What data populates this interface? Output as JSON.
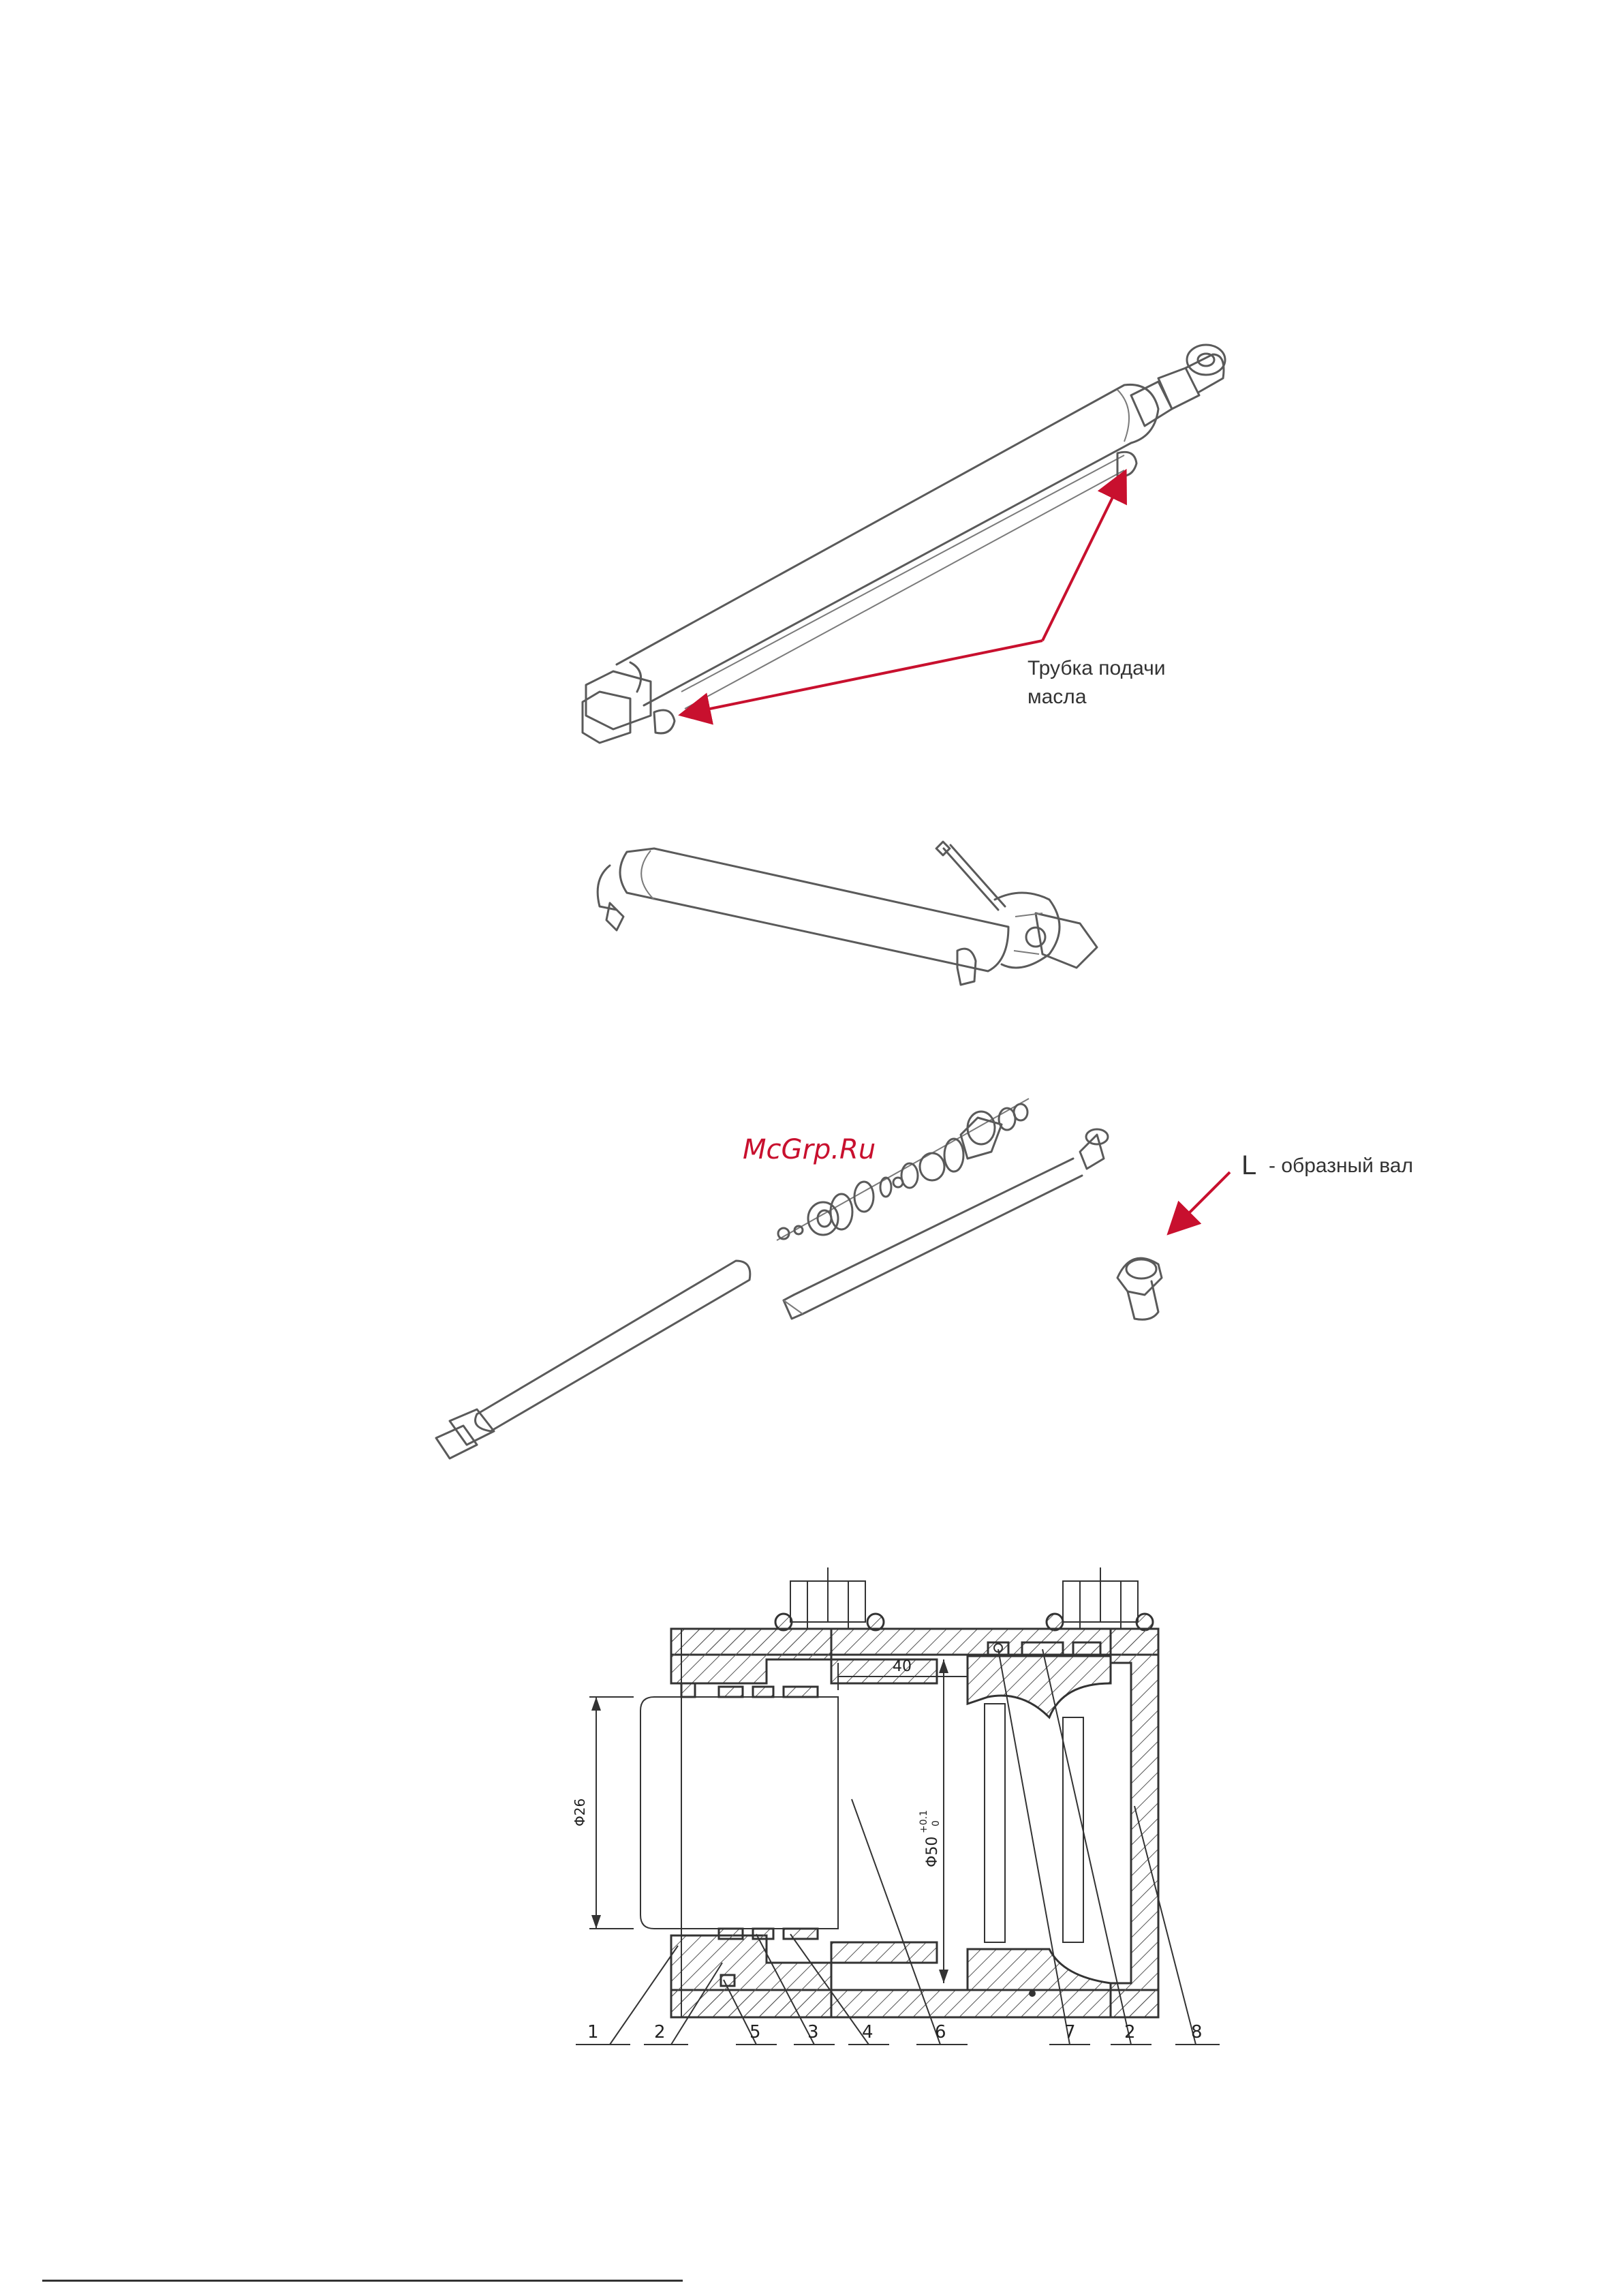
{
  "watermark": "McGrp.Ru",
  "callouts": {
    "oil_tube": [
      "Трубка подачи",
      "масла"
    ],
    "l_shaft_letter": "L",
    "l_shaft_text": "- образный вал"
  },
  "section": {
    "dim_rod": "Φ26",
    "dim_bore": "Φ50",
    "dim_bore_tol_upper": "+0.1",
    "dim_bore_tol_lower": "0",
    "dim_length": "40",
    "part_numbers": [
      "1",
      "2",
      "5",
      "3",
      "4",
      "6",
      "7",
      "2",
      "8"
    ]
  },
  "colors": {
    "accent_red": "#c8102e",
    "line_gray": "#5a5a5a"
  }
}
